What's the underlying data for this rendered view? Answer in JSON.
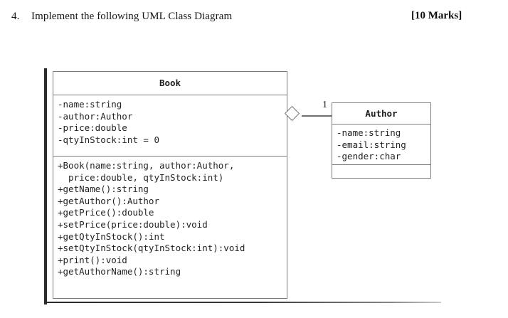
{
  "header": {
    "number": "4.",
    "question": "Implement the following UML Class Diagram",
    "marks": "[10 Marks]"
  },
  "diagram": {
    "type": "uml-class-diagram",
    "classes": [
      {
        "name": "Book",
        "attributes": "-name:string\n-author:Author\n-price:double\n-qtyInStock:int = 0",
        "methods": "+Book(name:string, author:Author,\n  price:double, qtyInStock:int)\n+getName():string\n+getAuthor():Author\n+getPrice():double\n+setPrice(price:double):void\n+getQtyInStock():int\n+setQtyInStock(qtyInStock:int):void\n+print():void\n+getAuthorName():string"
      },
      {
        "name": "Author",
        "attributes": "-name:string\n-email:string\n-gender:char",
        "methods": ""
      }
    ],
    "relationship": {
      "kind": "aggregation",
      "source": "Book",
      "target": "Author",
      "target_multiplicity": "1"
    }
  },
  "colors": {
    "box_border": "#7c7c7c",
    "line": "#6f6f6f",
    "text": "#242424",
    "page_edge": "#2b2b2b"
  }
}
